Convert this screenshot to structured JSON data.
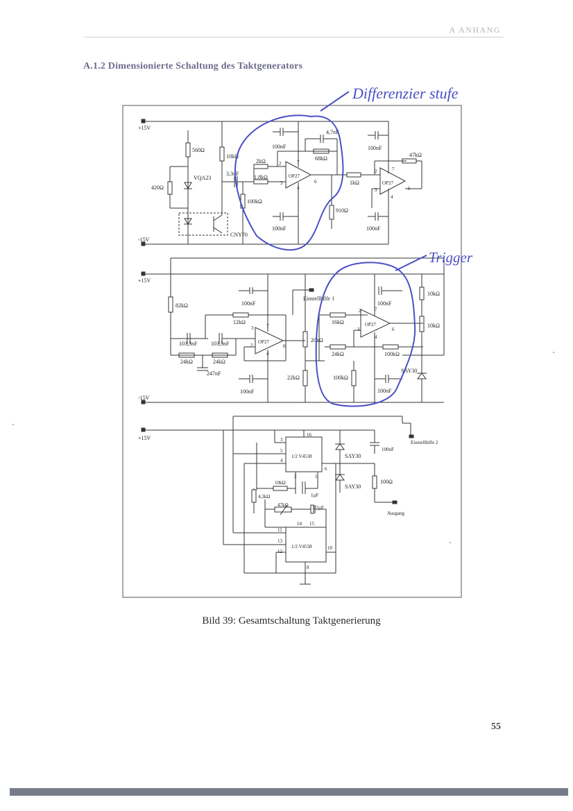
{
  "page": {
    "running_head": "A   ANHANG",
    "section_heading": "A.1.2   Dimensionierte Schaltung des Taktgenerators",
    "caption": "Bild 39: Gesamtschaltung Taktgenerierung",
    "page_number": "55"
  },
  "annotations": {
    "diff_stage": "Differenzier stufe",
    "trigger": "Trigger"
  },
  "colors": {
    "annotation_ink": "#4a4fc4",
    "footer_bar": "#767d87",
    "heading": "#6c6c8c"
  },
  "schematic": {
    "rail_pos_1": "+15V",
    "rail_neg_1": "-15V",
    "rail_pos_2": "+15V",
    "rail_neg_2": "-15V",
    "rail_pos_3": "+15V",
    "stage1": {
      "r_560": "560Ω",
      "r_420": "420Ω",
      "r_10k": "10kΩ",
      "led": "VQA23",
      "c_3n3": "3,3nF",
      "r_2k": "2kΩ",
      "r_1k8": "1,8kΩ",
      "r_100k": "100kΩ",
      "c_100n_a": "100nF",
      "c_4n7": "4,7nF",
      "r_68k": "68kΩ",
      "op1": "OP27",
      "c_100n_b": "100nF",
      "r_1k": "1kΩ",
      "r_910": "910Ω",
      "c_100n_c": "100nF",
      "r_47k": "47kΩ",
      "op2": "OP27",
      "c_100n_d": "100nF",
      "coupler": "CNY70",
      "pin2a": "2",
      "pin7a": "7",
      "pin3a": "3",
      "pin4a": "4",
      "pin6a": "6",
      "pin2b": "2",
      "pin7b": "7",
      "pin3b": "3",
      "pin4b": "4",
      "pin6b": "6"
    },
    "stage2": {
      "r_82k": "82kΩ",
      "c_100n_a": "100nF",
      "einstellhilfe1": "Einstellhilfe 1",
      "r_12k": "12kΩ",
      "c_103a": "103,3nF",
      "c_103b": "103,3nF",
      "op3": "OP27",
      "r_24k_a": "24kΩ",
      "r_24k_b": "24kΩ",
      "c_247n": "247nF",
      "r_20k": "20kΩ",
      "r_22k": "22kΩ",
      "c_100n_b": "100nF",
      "r_16k": "16kΩ",
      "c_100n_c": "100nF",
      "op4": "OP27",
      "r_24k_c": "24kΩ",
      "r_100k_a": "100kΩ",
      "r_100k_b": "100kΩ",
      "c_100n_d": "100nF",
      "r_10k_a": "10kΩ",
      "r_10k_b": "10kΩ",
      "diode": "SAY30",
      "pin3c": "3",
      "pin7c": "7",
      "pin2c": "2",
      "pin6c": "6",
      "pin4c": "4",
      "pin2d": "2",
      "pin7d": "7",
      "pin3d": "3",
      "pin6d": "6",
      "pin4d": "4"
    },
    "stage3": {
      "ic1": "1/2 V4538",
      "ic2": "1/2 V4538",
      "c_100n": "100nF",
      "einstellhilfe2": "Einstellhilfe 2",
      "d1": "SAY30",
      "d2": "SAY30",
      "r_100": "100Ω",
      "r_10k": "10kΩ",
      "r_4k3": "4,3kΩ",
      "c_1u": "1µF",
      "r_47k": "47kΩ",
      "c_22u": "22µF",
      "ausgang": "Ausgang",
      "p16": "16",
      "p3": "3",
      "p5": "5",
      "p4": "4",
      "p2": "2",
      "p1": "1",
      "p6": "6",
      "p14": "14",
      "p15": "15",
      "p11": "11",
      "p13": "13",
      "p12": "12",
      "p10": "10",
      "p8": "8"
    }
  }
}
